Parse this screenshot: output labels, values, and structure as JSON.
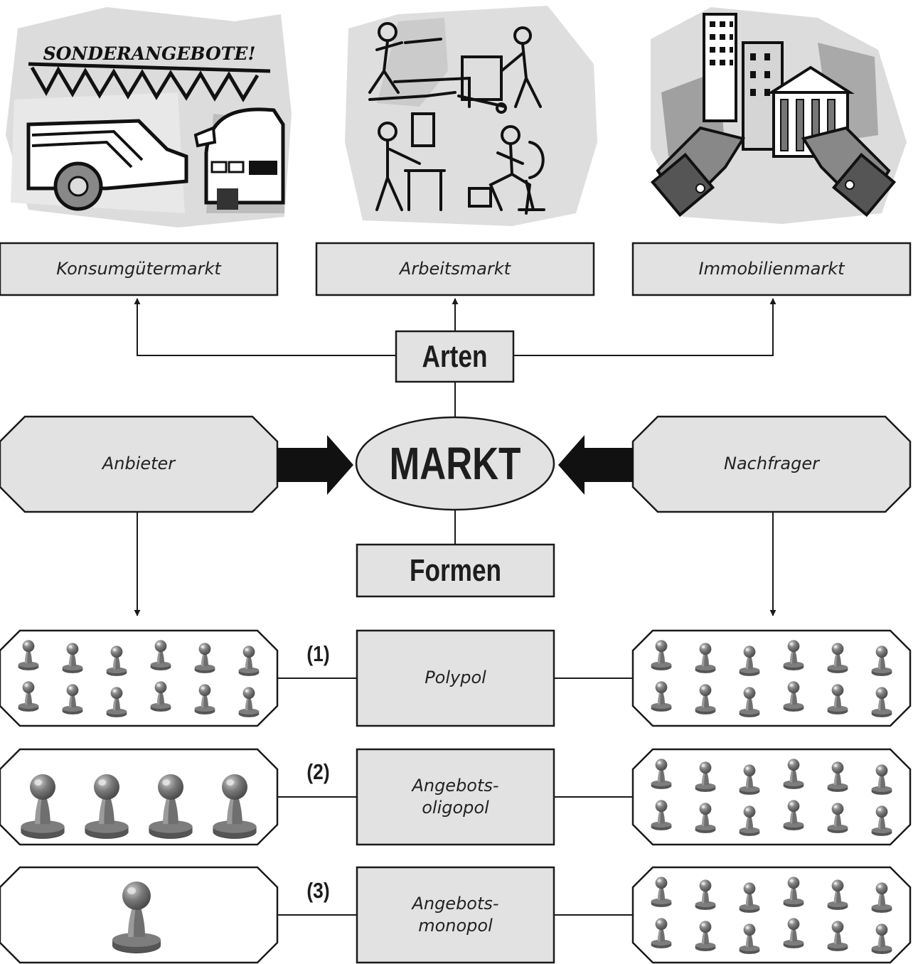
{
  "top_sign": "SONDERANGEBOTE!",
  "market_types": [
    {
      "label": "Konsumgütermarkt",
      "icon": "car-sale-illustration-icon"
    },
    {
      "label": "Arbeitsmarkt",
      "icon": "workers-illustration-icon"
    },
    {
      "label": "Immobilienmarkt",
      "icon": "buildings-in-hands-illustration-icon"
    }
  ],
  "types_heading": "Arten",
  "center": "MARKT",
  "forms_heading": "Formen",
  "supplier": "Anbieter",
  "demander": "Nachfrager",
  "forms": [
    {
      "number": "(1)",
      "label": "Polypol",
      "supplier_figures": 12,
      "demander_figures": 12
    },
    {
      "number": "(2)",
      "label": "Angebots-\noligopol",
      "supplier_figures": 4,
      "demander_figures": 12
    },
    {
      "number": "(3)",
      "label": "Angebots-\nmonopol",
      "supplier_figures": 1,
      "demander_figures": 12
    }
  ],
  "colors": {
    "box_fill": "#e2e2e2",
    "stroke": "#1a1a1a",
    "figure": "#6e6e6e",
    "blob": "#d9d9d9"
  }
}
